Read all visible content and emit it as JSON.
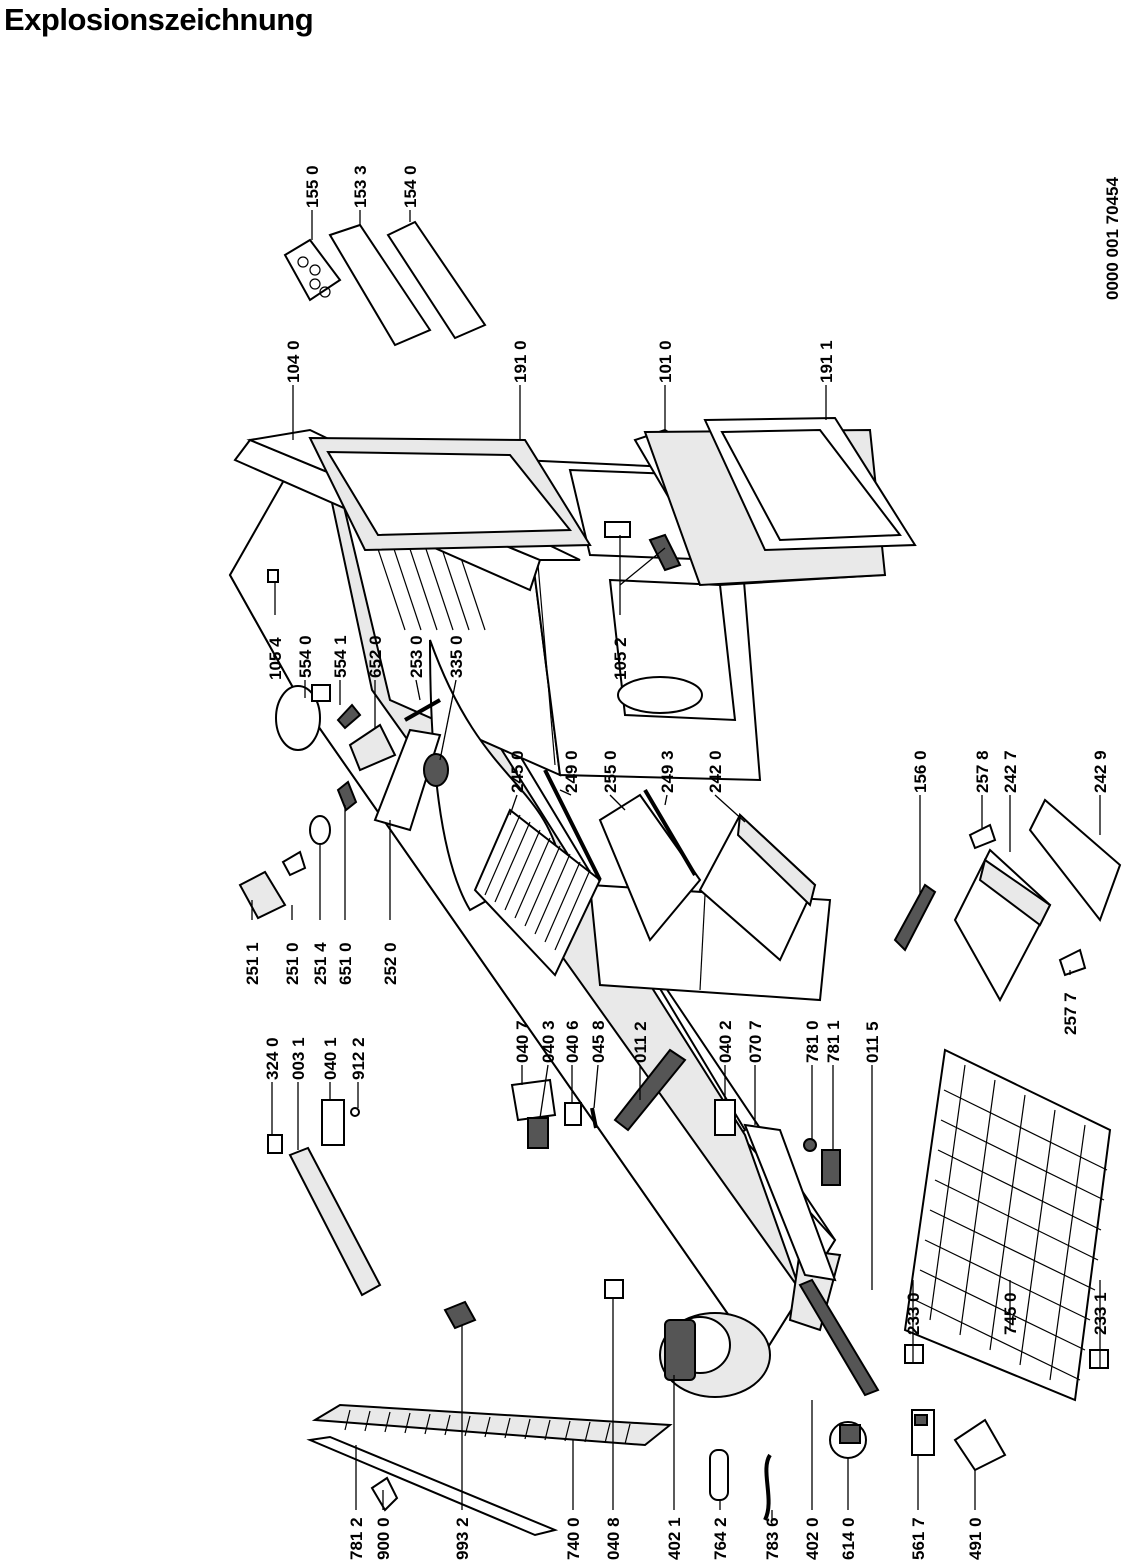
{
  "title": "Explosionszeichnung",
  "document_number": "0000 001 70454",
  "parts": [
    {
      "id": "781 2"
    },
    {
      "id": "900 0"
    },
    {
      "id": "993 2"
    },
    {
      "id": "740 0"
    },
    {
      "id": "040 8"
    },
    {
      "id": "402 1"
    },
    {
      "id": "764 2"
    },
    {
      "id": "783 6"
    },
    {
      "id": "402 0"
    },
    {
      "id": "614 0"
    },
    {
      "id": "561 7"
    },
    {
      "id": "491 0"
    },
    {
      "id": "233 0"
    },
    {
      "id": "745 0"
    },
    {
      "id": "233 1"
    },
    {
      "id": "324 0"
    },
    {
      "id": "003 1"
    },
    {
      "id": "040 1"
    },
    {
      "id": "912 2"
    },
    {
      "id": "040 7"
    },
    {
      "id": "040 3"
    },
    {
      "id": "040 6"
    },
    {
      "id": "045 8"
    },
    {
      "id": "011 2"
    },
    {
      "id": "040 2"
    },
    {
      "id": "070 7"
    },
    {
      "id": "781 0"
    },
    {
      "id": "781 1"
    },
    {
      "id": "011 5"
    },
    {
      "id": "251 1"
    },
    {
      "id": "251 0"
    },
    {
      "id": "251 4"
    },
    {
      "id": "651 0"
    },
    {
      "id": "252 0"
    },
    {
      "id": "257 7"
    },
    {
      "id": "105 4"
    },
    {
      "id": "554 0"
    },
    {
      "id": "554 1"
    },
    {
      "id": "652 0"
    },
    {
      "id": "253 0"
    },
    {
      "id": "335 0"
    },
    {
      "id": "245 0"
    },
    {
      "id": "249 0"
    },
    {
      "id": "255 0"
    },
    {
      "id": "249 3"
    },
    {
      "id": "242 0"
    },
    {
      "id": "105 2"
    },
    {
      "id": "156 0"
    },
    {
      "id": "257 8"
    },
    {
      "id": "242 7"
    },
    {
      "id": "242 9"
    },
    {
      "id": "104 0"
    },
    {
      "id": "191 0"
    },
    {
      "id": "101 0"
    },
    {
      "id": "191 1"
    },
    {
      "id": "155 0"
    },
    {
      "id": "153 3"
    },
    {
      "id": "154 0"
    }
  ]
}
